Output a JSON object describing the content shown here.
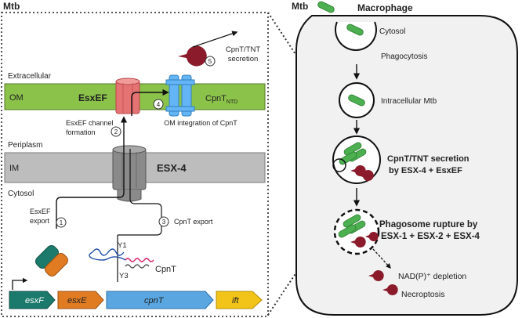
{
  "left_panel": {
    "title": "Mtb",
    "extracellular": "Extracellular",
    "om": "OM",
    "esxef": "EsxEF",
    "cpnt_ntd": "CpnT",
    "cpnt_ntd_sub": "NTD",
    "periplasm": "Periplasm",
    "im": "IM",
    "esx4": "ESX-4",
    "cytosol": "Cytosol",
    "secretion_label_1": "CpnT/TNT",
    "secretion_label_2": "secretion",
    "om_integration": "OM integration of CpnT",
    "channel_formation_1": "EsxEF channel",
    "channel_formation_2": "formation",
    "esxef_export_1": "EsxEF",
    "esxef_export_2": "export",
    "cpnt_export": "CpnT export",
    "y1": "Y1",
    "y3": "Y3",
    "cpnt_protein": "CpnT",
    "steps": [
      "1",
      "2",
      "3",
      "4",
      "5"
    ],
    "genes": [
      "esxF",
      "esxE",
      "cpnT",
      "ift"
    ]
  },
  "right_panel": {
    "mtb": "Mtb",
    "macrophage": "Macrophage",
    "cytosol": "Cytosol",
    "phagocytosis": "Phagocytosis",
    "intracellular": "Intracellular Mtb",
    "secretion_1": "CpnT/TNT secretion",
    "secretion_2": "by ESX-4 + EsxEF",
    "rupture_1": "Phagosome rupture by",
    "rupture_2": "ESX-1 + ESX-2 + ESX-4",
    "nad_depletion": "NAD(P)⁺ depletion",
    "necroptosis": "Necroptosis"
  },
  "colors": {
    "om_green": "#8bc34a",
    "membrane_gray": "#bdbdbd",
    "esxef_red": "#e57373",
    "cpnt_blue": "#64b5f6",
    "toxin_maroon": "#8b1a2b",
    "mtb_green": "#4caf50",
    "esxF_gene": "#1b7a6b",
    "esxE_gene": "#e07b22",
    "cpnT_gene": "#5aa6e0",
    "ift_gene": "#f2c318"
  }
}
